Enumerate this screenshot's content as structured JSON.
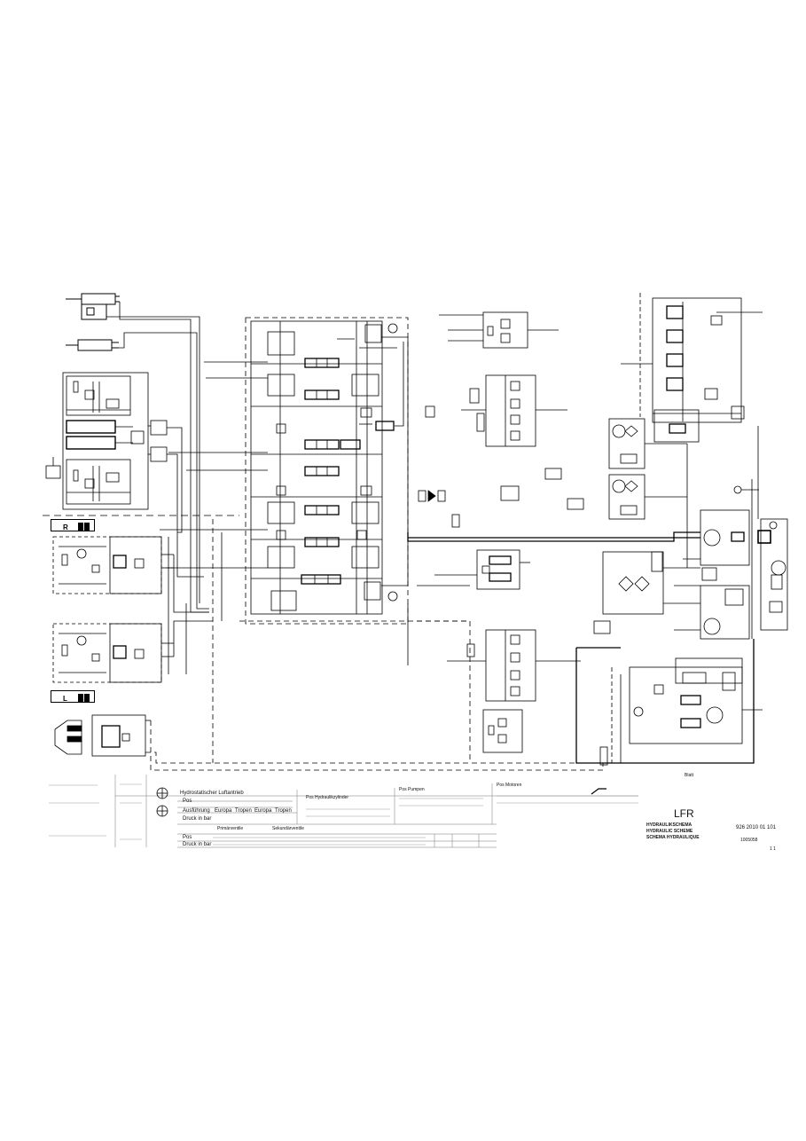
{
  "diagram": {
    "side_labels": {
      "right_unit": "R",
      "left_unit": "L"
    },
    "title_block": {
      "drive_title": "Hydrostatischer Luftantrieb",
      "pos_label": "Pos",
      "ausfuehrung_label": "Ausführung",
      "variants": [
        "Europa",
        "Tropen",
        "Europa",
        "Tropen"
      ],
      "druck_label": "Druck in bar",
      "primary_label": "Primärventile",
      "secondary_label": "Sekundärventile",
      "table_pos_label": "Pos",
      "table_druck_label": "Druck in bar",
      "cylinder_label": "Pos  Hydraulikzylinder",
      "pumps_label": "Pos   Pumpen",
      "motors_label": "Pos   Motoren",
      "company": "LFR",
      "doc_title_1": "HYDRAULIKSCHEMA",
      "doc_title_2": "HYDRAULIC SCHEME",
      "doc_title_3": "SCHEMA HYDRAULIQUE",
      "drawing_number": "926 2010 01 101",
      "sheet_ref": "1005058",
      "sheet_count": "1   1",
      "scale_note": "Blatt"
    }
  }
}
